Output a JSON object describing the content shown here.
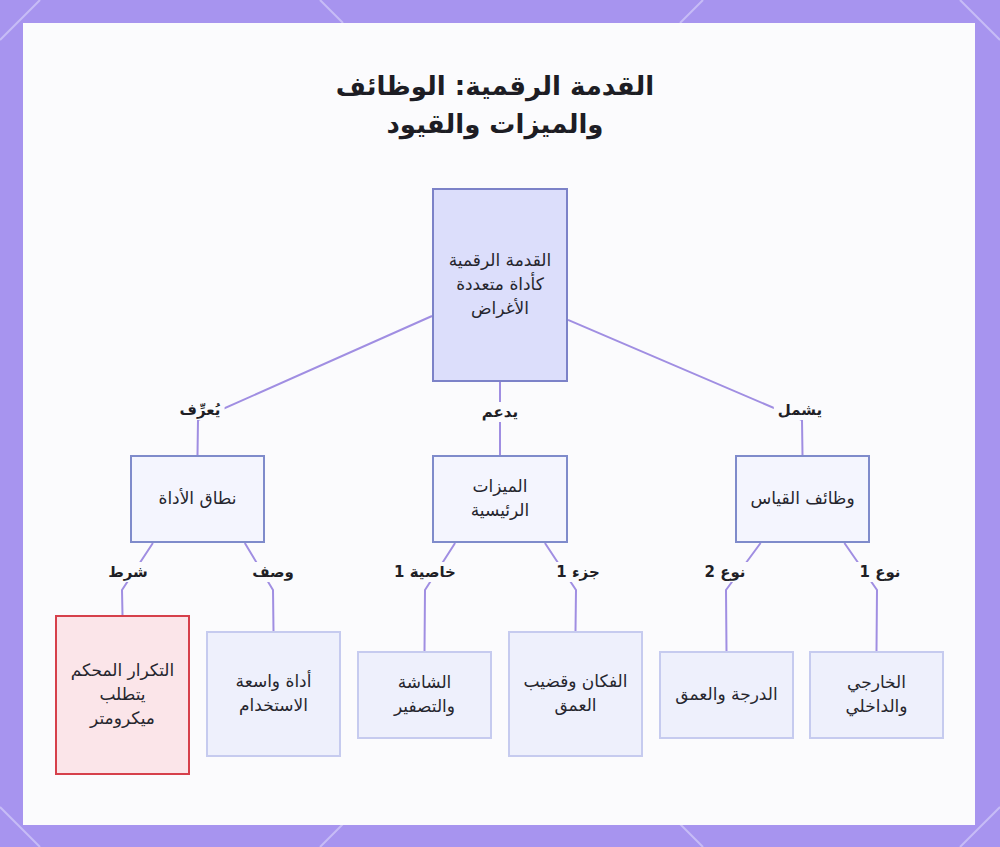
{
  "diagram": {
    "title": "القدمة الرقمية: الوظائف والميزات والقيود",
    "nodes": [
      {
        "text": [
          "القدمة الرقمية كأداة متعددة الأغراض"
        ]
      },
      {
        "text": [
          "وظائف القياس"
        ]
      },
      {
        "text": [
          "الميزات الرئيسية"
        ]
      },
      {
        "text": [
          "نطاق الأداة"
        ]
      },
      {
        "text": [
          "الخارجي والداخلي"
        ]
      },
      {
        "text": [
          "الدرجة والعمق"
        ]
      },
      {
        "text": [
          "الفكان وقضيب العمق"
        ]
      },
      {
        "text": [
          "الشاشة والتصفير"
        ]
      },
      {
        "text": [
          "أداة واسعة الاستخدام"
        ]
      },
      {
        "text": [
          "التكرار المحكم يتطلب ميكرومتر"
        ]
      }
    ],
    "edges": [
      {
        "from": 0,
        "to": 1,
        "label": "يشمل",
        "arrow": "none"
      },
      {
        "from": 0,
        "to": 2,
        "label": "يدعم",
        "arrow": "none"
      },
      {
        "from": 0,
        "to": 3,
        "label": "يُعرِّف",
        "arrow": "none"
      },
      {
        "from": 1,
        "to": 4,
        "label": "نوع 1",
        "arrow": "none"
      },
      {
        "from": 1,
        "to": 5,
        "label": "نوع 2",
        "arrow": "none"
      },
      {
        "from": 2,
        "to": 6,
        "label": "جزء 1",
        "arrow": "none"
      },
      {
        "from": 2,
        "to": 7,
        "label": "خاصية 1",
        "arrow": "none"
      },
      {
        "from": 3,
        "to": 8,
        "label": "وصف",
        "arrow": "none"
      },
      {
        "from": 3,
        "to": 9,
        "label": "شرط",
        "arrow": "none"
      }
    ]
  }
}
